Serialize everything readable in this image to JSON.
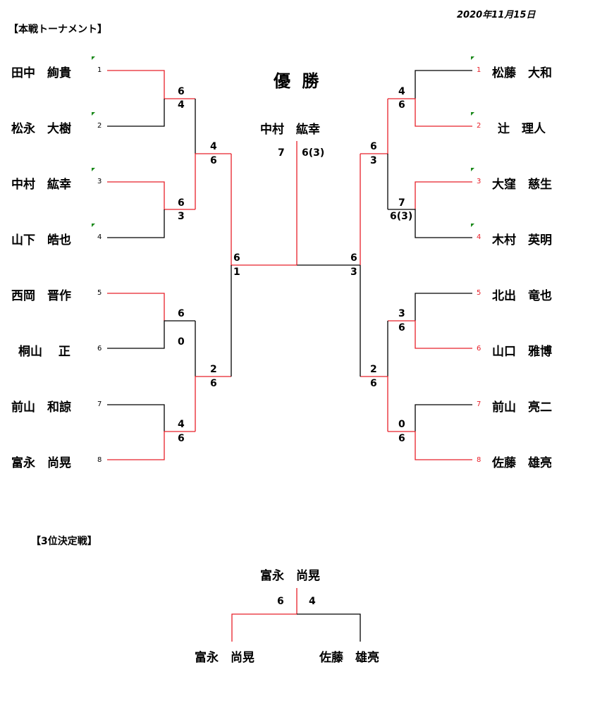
{
  "date": "2020年11月15日",
  "main_title": "【本戦トーナメント】",
  "third_title": "【3位決定戦】",
  "champion": {
    "label": "優 勝",
    "name": "中村　紘幸",
    "score_left": "7",
    "score_right": "6(3)"
  },
  "left_players": [
    {
      "seed": "1",
      "name": "田中　絢貴"
    },
    {
      "seed": "2",
      "name": "松永　大樹"
    },
    {
      "seed": "3",
      "name": "中村　紘幸"
    },
    {
      "seed": "4",
      "name": "山下　皓也"
    },
    {
      "seed": "5",
      "name": "西岡　晋作"
    },
    {
      "seed": "6",
      "name": "桐山　 正"
    },
    {
      "seed": "7",
      "name": "前山　和諒"
    },
    {
      "seed": "8",
      "name": "富永　尚晃"
    }
  ],
  "right_players": [
    {
      "seed": "1",
      "name": "松藤　大和"
    },
    {
      "seed": "2",
      "name": "辻　理人"
    },
    {
      "seed": "3",
      "name": "大窪　慈生"
    },
    {
      "seed": "4",
      "name": "木村　英明"
    },
    {
      "seed": "5",
      "name": "北出　竜也"
    },
    {
      "seed": "6",
      "name": "山口　雅博"
    },
    {
      "seed": "7",
      "name": "前山　亮二"
    },
    {
      "seed": "8",
      "name": "佐藤　雄亮"
    }
  ],
  "left_scores": {
    "r1": [
      [
        "6",
        "4"
      ],
      [
        "6",
        "3"
      ],
      [
        "6",
        "0"
      ],
      [
        "4",
        "6"
      ]
    ],
    "r2": [
      [
        "4",
        "6"
      ],
      [
        "2",
        "6"
      ]
    ],
    "r3": [
      "6",
      "1"
    ]
  },
  "right_scores": {
    "r1": [
      [
        "4",
        "6"
      ],
      [
        "7",
        "6(3)"
      ],
      [
        "3",
        "6"
      ],
      [
        "0",
        "6"
      ]
    ],
    "r2": [
      [
        "6",
        "3"
      ],
      [
        "2",
        "6"
      ]
    ],
    "r3": [
      "6",
      "3"
    ]
  },
  "third_place": {
    "winner": "富永　尚晃",
    "left_player": "富永　尚晃",
    "right_player": "佐藤　雄亮",
    "score_left": "6",
    "score_right": "4"
  },
  "colors": {
    "win": "#e8202a",
    "line": "#000000",
    "tick": "#1c8a1c"
  }
}
